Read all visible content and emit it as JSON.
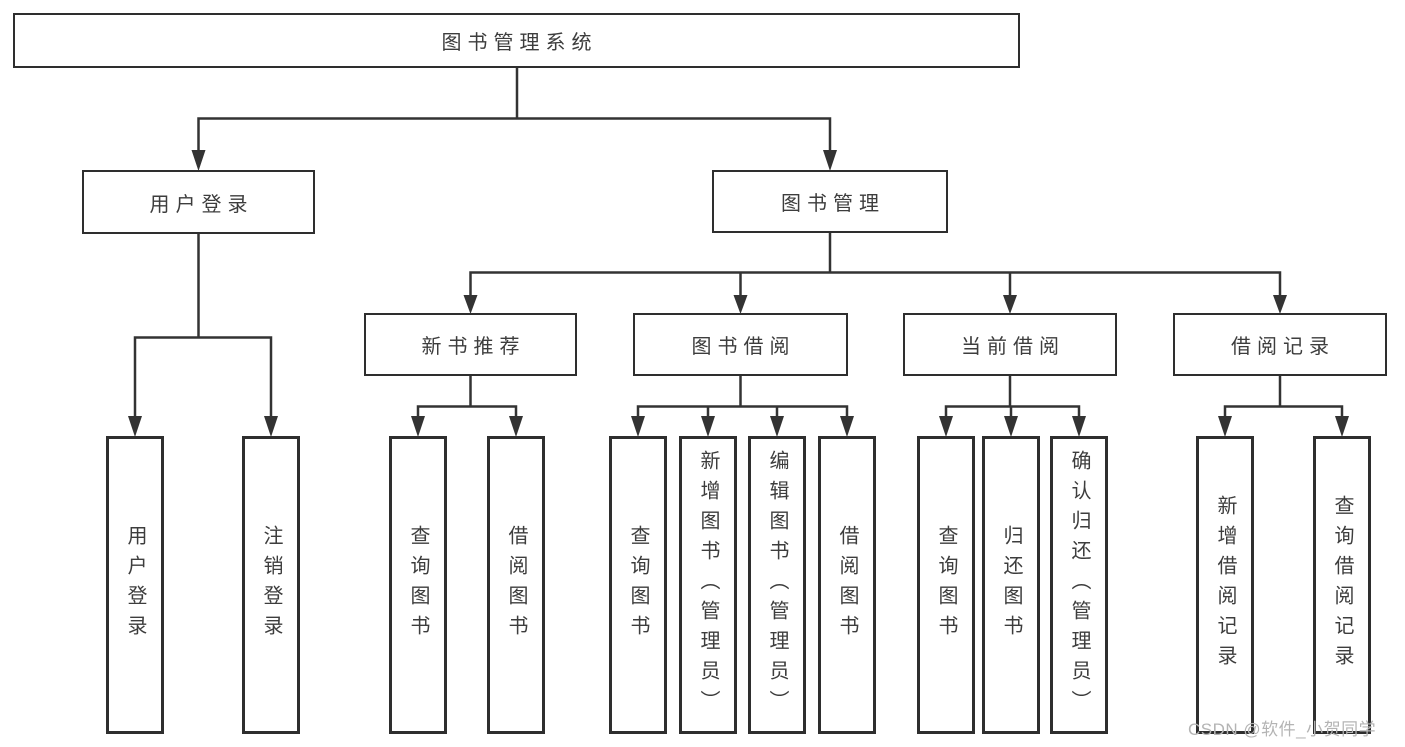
{
  "diagram": {
    "root": {
      "label": "图书管理系统"
    },
    "level2": {
      "user_login": {
        "label": "用户登录"
      },
      "book_management": {
        "label": "图书管理"
      }
    },
    "level3": {
      "new_book_recommend": {
        "label": "新书推荐"
      },
      "book_borrowing": {
        "label": "图书借阅"
      },
      "current_borrowing": {
        "label": "当前借阅"
      },
      "borrowing_records": {
        "label": "借阅记录"
      }
    },
    "leaves": {
      "user_login": [
        "用户登录",
        "注销登录"
      ],
      "new_book_recommend": [
        "查询图书",
        "借阅图书"
      ],
      "book_borrowing": [
        "查询图书",
        "新增图书（管理员）",
        "编辑图书（管理员）",
        "借阅图书"
      ],
      "current_borrowing": [
        "查询图书",
        "归还图书",
        "确认归还（管理员）"
      ],
      "borrowing_records": [
        "新增借阅记录",
        "查询借阅记录"
      ]
    }
  },
  "watermark": {
    "text": "CSDN @软件_小贺同学"
  },
  "colors": {
    "background": "#ffffff",
    "line": "#333333",
    "box_border": "#2e2e2e",
    "text": "#3d3d3d",
    "watermark": "#b4b4b4"
  }
}
